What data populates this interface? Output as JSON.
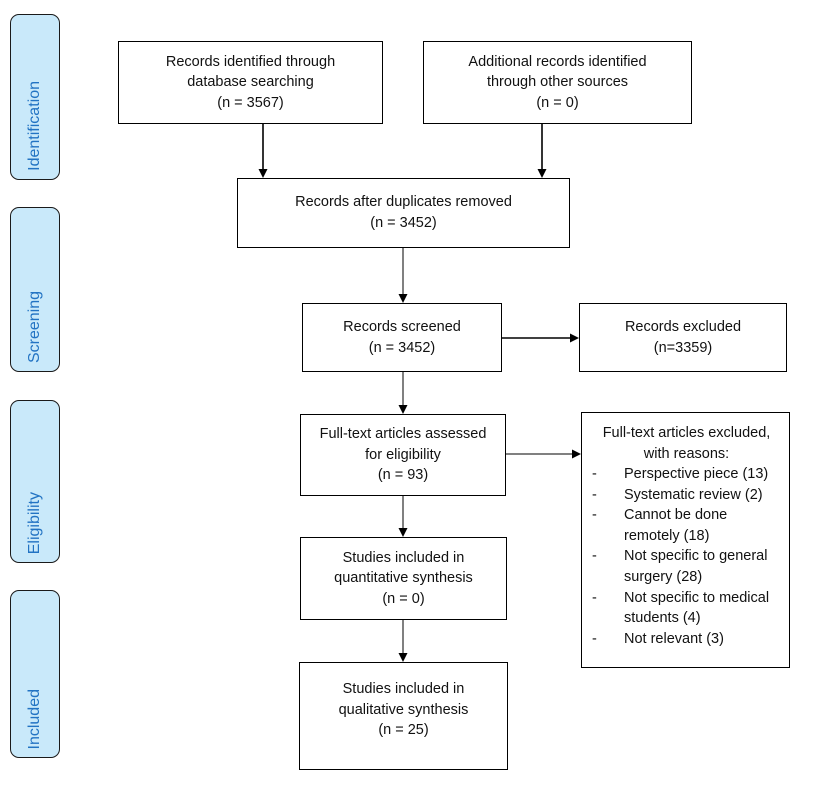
{
  "sidebar": {
    "stages": [
      {
        "label": "Identification"
      },
      {
        "label": "Screening"
      },
      {
        "label": "Eligibility"
      },
      {
        "label": "Included"
      }
    ]
  },
  "boxes": {
    "identified": {
      "lines": [
        "Records identified through",
        "database searching",
        "(n = 3567)"
      ]
    },
    "additional": {
      "lines": [
        "Additional records identified",
        "through other sources",
        "(n = 0)"
      ]
    },
    "duplicates": {
      "lines": [
        "Records after duplicates removed",
        "(n = 3452)"
      ]
    },
    "screened": {
      "lines": [
        "Records screened",
        "(n = 3452)"
      ]
    },
    "excluded": {
      "lines": [
        "Records excluded",
        "(n=3359)"
      ]
    },
    "fulltext": {
      "lines": [
        "Full-text articles assessed",
        "for eligibility",
        "(n = 93)"
      ]
    },
    "reasons": {
      "bullet": "-",
      "title_lines": [
        "Full-text articles excluded,",
        "with reasons:"
      ],
      "items": [
        {
          "lines": [
            "Perspective piece (13)"
          ]
        },
        {
          "lines": [
            "Systematic review (2)"
          ]
        },
        {
          "lines": [
            "Cannot be done",
            "remotely (18)"
          ]
        },
        {
          "lines": [
            "Not specific to general",
            "surgery (28)"
          ]
        },
        {
          "lines": [
            "Not specific to medical",
            "students (4)"
          ]
        },
        {
          "lines": [
            "Not relevant (3)"
          ]
        }
      ]
    },
    "quantitative": {
      "lines": [
        "Studies included in",
        "quantitative synthesis",
        "(n = 0)"
      ]
    },
    "qualitative": {
      "lines": [
        "Studies included in",
        "qualitative synthesis",
        "(n = 25)"
      ]
    }
  },
  "colors": {
    "arrow_black": "#000000",
    "arrow_gray": "#808080",
    "arrow_head": "#000000",
    "stage_fill": "#C9E9FA",
    "stage_text": "#2273C3",
    "box_border": "#000000"
  }
}
